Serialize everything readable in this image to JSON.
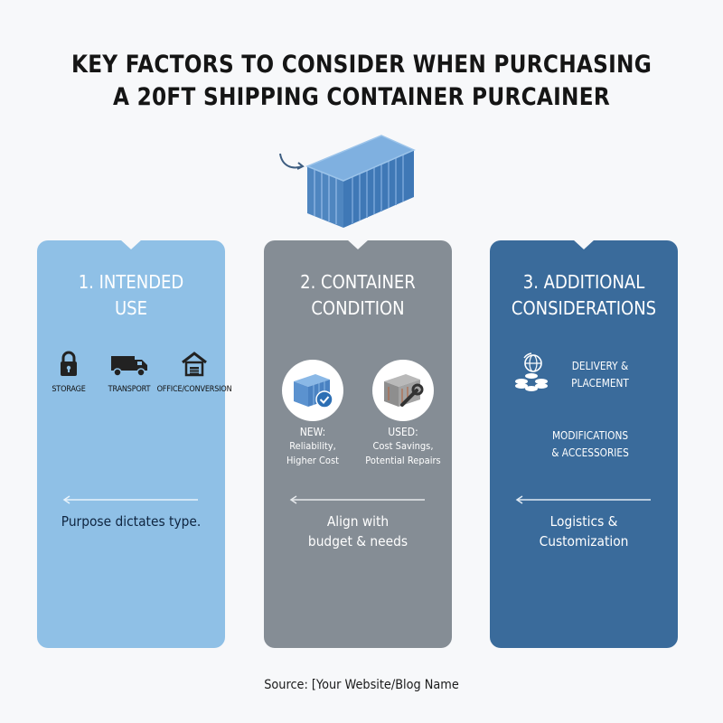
{
  "title": {
    "line1": "KEY FACTORS TO CONSIDER WHEN PURCHASING",
    "line2": "A 20FT SHIPPING CONTAINER PURCAINER"
  },
  "hero": {
    "icon": "shipping-container-icon",
    "accent_icon": "curved-arrow-icon"
  },
  "panels": [
    {
      "title_line1": "1. INTENDED",
      "title_line2": "USE",
      "color": "#8fc0e6",
      "uses": [
        {
          "label": "STORAGE",
          "icon": "lock-icon"
        },
        {
          "label": "TRANSPORT",
          "icon": "truck-icon"
        },
        {
          "label": "OFFICE/CONVERSION",
          "icon": "house-icon"
        }
      ],
      "summary": "Purpose dictates type."
    },
    {
      "title_line1": "2. CONTAINER",
      "title_line2": "CONDITION",
      "color": "#858d95",
      "options": [
        {
          "heading": "NEW:",
          "line1": "Reliability,",
          "line2": "Higher Cost",
          "icon": "container-check-icon"
        },
        {
          "heading": "USED:",
          "line1": "Cost Savings,",
          "line2": "Potential Repairs",
          "icon": "container-wrench-icon"
        }
      ],
      "summary_line1": "Align with",
      "summary_line2": "budget & needs"
    },
    {
      "title_line1": "3. ADDITIONAL",
      "title_line2": "CONSIDERATIONS",
      "color": "#3a6b9b",
      "items": [
        {
          "line1": "DELIVERY &",
          "line2": "PLACEMENT",
          "icon": "globe-coins-icon"
        },
        {
          "line1": "MODIFICATIONS",
          "line2": "& ACCESSORIES"
        }
      ],
      "summary_line1": "Logistics &",
      "summary_line2": "Customization"
    }
  ],
  "source": "Source: [Your Website/Blog Name"
}
